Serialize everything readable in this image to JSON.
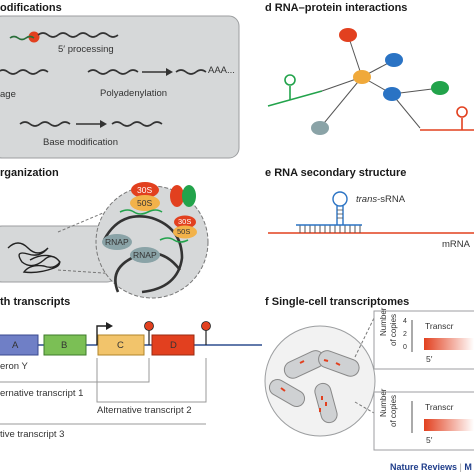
{
  "panels": {
    "a": {
      "letter": "",
      "title": "odifications",
      "labels": {
        "processing": "5′ processing",
        "polyA": "Polyadenylation",
        "polyA_tail": "AAA...",
        "cleavage": "age",
        "base_mod": "Base modification"
      }
    },
    "b": {
      "letter": "",
      "title": "rganization",
      "labels": {
        "s30_top": "30S",
        "s50_top": "50S",
        "s30_low": "30S",
        "s50_low": "50S",
        "rnap1": "RNAP",
        "rnap2": "RNAP"
      }
    },
    "c": {
      "letter": "",
      "title": "th transcripts",
      "genes": [
        "A",
        "B",
        "C",
        "D"
      ],
      "operon": "eron Y",
      "transcripts": [
        "ernative transcript 1",
        "Alternative transcript 2",
        "tive transcript 3"
      ]
    },
    "d": {
      "letter": "d",
      "title": "RNA–protein interactions"
    },
    "e": {
      "letter": "e",
      "title": "RNA secondary structure",
      "labels": {
        "srna_prefix": "trans",
        "srna_suffix": "-sRNA",
        "mrna": "mRNA"
      }
    },
    "f": {
      "letter": "f",
      "title": "Single-cell transcriptomes",
      "plot_labels": {
        "ylabel1": "Number",
        "ylabel2": "of copies",
        "legend": "Transcr",
        "five_prime": "5′",
        "ticks": [
          "4",
          "2",
          "0"
        ]
      }
    }
  },
  "footer": {
    "journal": "Nature Reviews",
    "sep": "|",
    "suffix": "M"
  },
  "colors": {
    "accent_red": "#e2401f",
    "blue": "#2a73c4",
    "green": "#22a34b",
    "box_gray": "#d6d8d9"
  }
}
